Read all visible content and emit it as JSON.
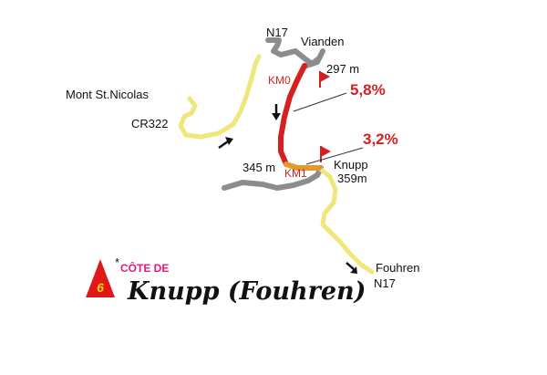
{
  "colors": {
    "minor_road": "#efe77a",
    "main_road": "#8c8c8c",
    "climb_steep": "#d42020",
    "climb_mild": "#e39a2a",
    "accent_red": "#d42020",
    "pink": "#e8177f",
    "climb_badge": "#e21818",
    "climb_number": "#f2d21a",
    "text": "#111111"
  },
  "places": {
    "n17_top": "N17",
    "vianden": "Vianden",
    "mont_st_nicolas": "Mont St.Nicolas",
    "cr322": "CR322",
    "knupp": "Knupp",
    "fouhren": "Fouhren",
    "n17_bottom": "N17"
  },
  "elevations": {
    "top_start": "297 m",
    "km1": "345 m",
    "summit": "359m"
  },
  "markers": {
    "km0": "KM0",
    "km1": "KM1"
  },
  "gradients": {
    "first": "5,8%",
    "second": "3,2%"
  },
  "climb": {
    "number": "6",
    "asterisk": "*",
    "category_label": "CÔTE DE",
    "name": "Knupp (Fouhren)"
  },
  "icons": {
    "arrows": "direction-arrow-icon",
    "flag": "flag-icon",
    "badge": "triangle-badge-icon"
  }
}
